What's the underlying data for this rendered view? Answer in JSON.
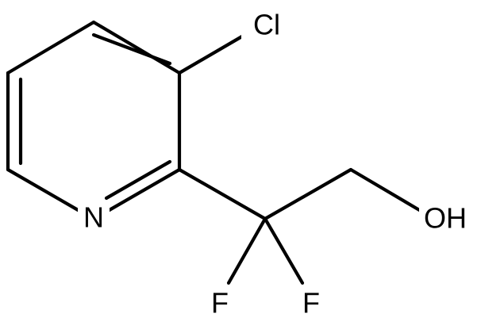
{
  "molecule": {
    "atoms": {
      "cl": "Cl",
      "n": "N",
      "oh": "OH",
      "f1": "F",
      "f2": "F"
    }
  },
  "colors": {
    "bond": "#000000",
    "background": "#ffffff"
  }
}
